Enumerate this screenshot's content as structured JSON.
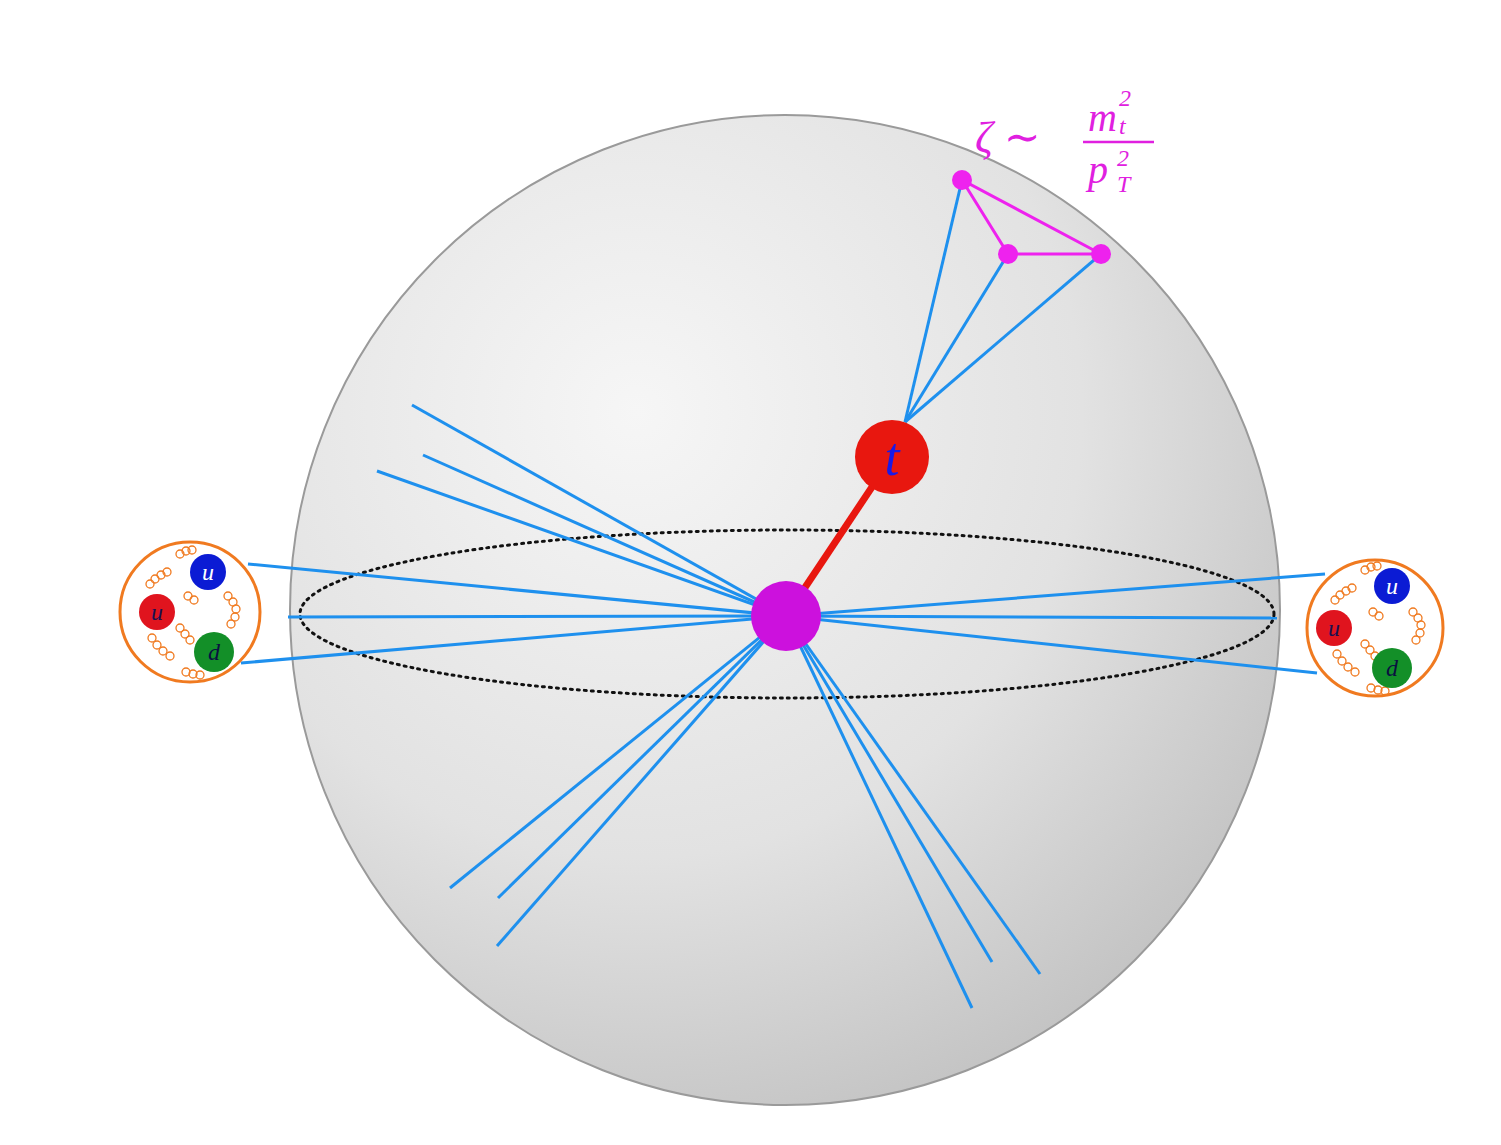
{
  "diagram": {
    "nodes": [
      {
        "text": [
          "t"
        ]
      },
      {
        "text": [
          "u"
        ]
      },
      {
        "text": [
          "u"
        ]
      },
      {
        "text": [
          "d"
        ]
      },
      {
        "text": [
          "u"
        ]
      },
      {
        "text": [
          "u"
        ]
      },
      {
        "text": [
          "d"
        ]
      }
    ],
    "labels": [
      "ζ ∼",
      "m",
      "2",
      "t",
      "p",
      "2",
      "T"
    ]
  }
}
